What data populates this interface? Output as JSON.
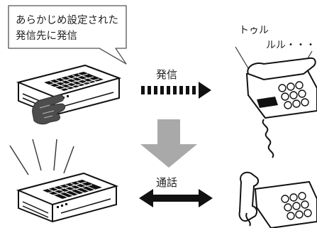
{
  "callout": {
    "line1": "あらかじめ設定された",
    "line2": "発信先に発信"
  },
  "phone_ringing": {
    "line1": "トゥル",
    "line2": "ルル・・・"
  },
  "labels": {
    "dial": "発信",
    "talk": "通話"
  },
  "icons": {
    "device_top": "emergency-call-device-icon",
    "finger": "pressing-finger-icon",
    "dotted_arrow": "dotted-arrow-right-icon",
    "phone_top": "desk-phone-icon",
    "down_arrow": "arrow-down-icon",
    "device_bottom": "emergency-call-device-icon",
    "double_arrow": "double-arrow-icon",
    "phone_bottom": "desk-phone-handset-lifted-icon"
  },
  "colors": {
    "ink": "#222222",
    "gray_arrow": "#a9a9a9",
    "device_fill": "#ffffff",
    "device_dark": "#111111"
  }
}
